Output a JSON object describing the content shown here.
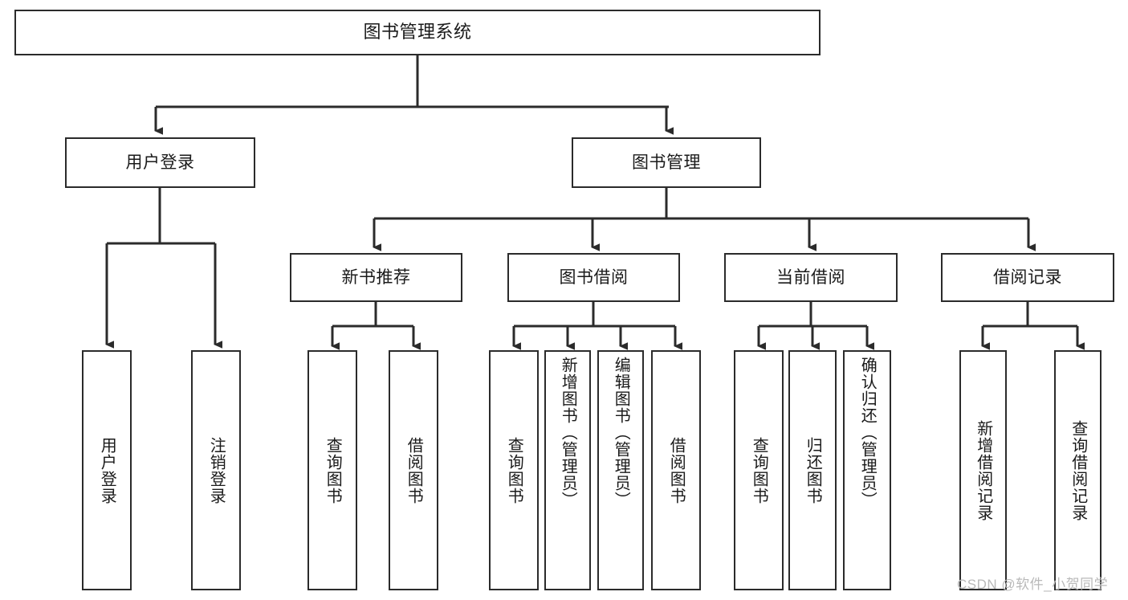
{
  "diagram": {
    "type": "tree-hierarchy-chart",
    "title": "图书管理系统",
    "orientation": "top-down",
    "colors": {
      "box_border": "#2b2b2b",
      "box_fill": "#ffffff",
      "connector": "#2b2b2b",
      "text": "#1a1a1a",
      "watermark": "#b9b9b9",
      "background": "#ffffff"
    },
    "nodes": {
      "root": {
        "label": "图书管理系统",
        "level": 0,
        "text_direction": "horizontal"
      },
      "level1": [
        {
          "id": "user-login",
          "label": "用户登录",
          "text_direction": "horizontal"
        },
        {
          "id": "book-management",
          "label": "图书管理",
          "text_direction": "horizontal"
        }
      ],
      "level2": [
        {
          "id": "new-book-recommend",
          "label": "新书推荐",
          "parent": "book-management",
          "text_direction": "horizontal"
        },
        {
          "id": "book-borrow",
          "label": "图书借阅",
          "parent": "book-management",
          "text_direction": "horizontal"
        },
        {
          "id": "current-borrow",
          "label": "当前借阅",
          "parent": "book-management",
          "text_direction": "horizontal"
        },
        {
          "id": "borrow-record",
          "label": "借阅记录",
          "parent": "book-management",
          "text_direction": "horizontal"
        }
      ],
      "leaves": [
        {
          "id": "leaf-user-login",
          "label": "用户登录",
          "parent": "user-login",
          "text_direction": "vertical"
        },
        {
          "id": "leaf-logout-login",
          "label": "注销登录",
          "parent": "user-login",
          "text_direction": "vertical"
        },
        {
          "id": "leaf-query-book-rec",
          "label": "查询图书",
          "parent": "new-book-recommend",
          "text_direction": "vertical"
        },
        {
          "id": "leaf-borrow-book-rec",
          "label": "借阅图书",
          "parent": "new-book-recommend",
          "text_direction": "vertical"
        },
        {
          "id": "leaf-query-book-borrow",
          "label": "查询图书",
          "parent": "book-borrow",
          "text_direction": "vertical"
        },
        {
          "id": "leaf-add-book-admin",
          "label": "新增图书（管理员）",
          "parent": "book-borrow",
          "text_direction": "vertical"
        },
        {
          "id": "leaf-edit-book-admin",
          "label": "编辑图书（管理员）",
          "parent": "book-borrow",
          "text_direction": "vertical"
        },
        {
          "id": "leaf-borrow-book",
          "label": "借阅图书",
          "parent": "book-borrow",
          "text_direction": "vertical"
        },
        {
          "id": "leaf-query-book-current",
          "label": "查询图书",
          "parent": "current-borrow",
          "text_direction": "vertical"
        },
        {
          "id": "leaf-return-book",
          "label": "归还图书",
          "parent": "current-borrow",
          "text_direction": "vertical"
        },
        {
          "id": "leaf-confirm-return-admin",
          "label": "确认归还（管理员）",
          "parent": "current-borrow",
          "text_direction": "vertical"
        },
        {
          "id": "leaf-add-borrow-record",
          "label": "新增借阅记录",
          "parent": "borrow-record",
          "text_direction": "vertical"
        },
        {
          "id": "leaf-query-borrow-record",
          "label": "查询借阅记录",
          "parent": "borrow-record",
          "text_direction": "vertical"
        }
      ]
    }
  },
  "watermark": {
    "text": "CSDN @软件_小贺同学"
  }
}
